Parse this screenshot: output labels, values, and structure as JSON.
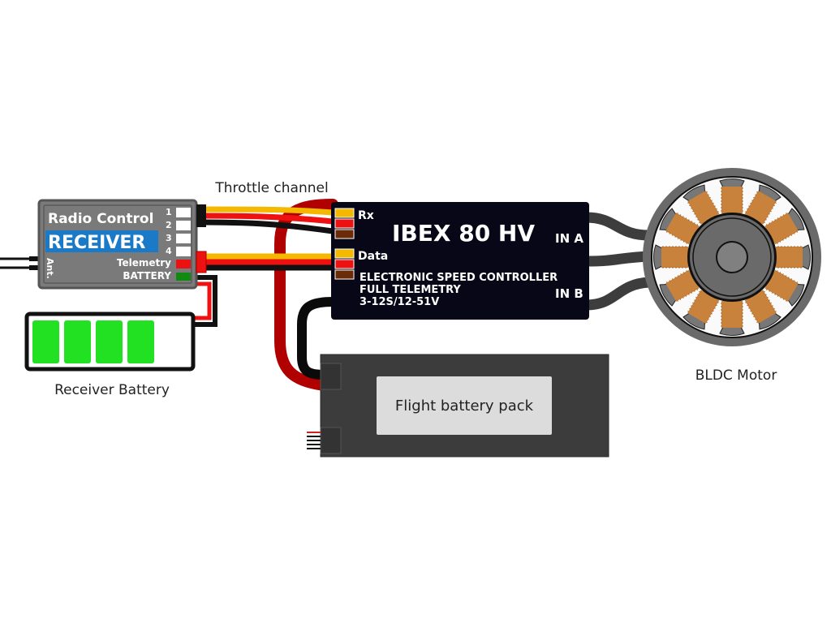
{
  "labels": {
    "throttle_channel": "Throttle channel",
    "receiver_battery": "Receiver Battery",
    "bldc_motor": "BLDC Motor",
    "flight_battery": "Flight battery pack"
  },
  "receiver": {
    "title": "Radio Control",
    "subtitle": "RECEIVER",
    "antenna": "Ant.",
    "channels": [
      "1",
      "2",
      "3",
      "4"
    ],
    "telemetry": "Telemetry",
    "battery": "BATTERY"
  },
  "esc": {
    "model": "IBEX 80 HV",
    "rx_label": "Rx",
    "data_label": "Data",
    "line1": "ELECTRONIC SPEED CONTROLLER",
    "line2": "FULL TELEMETRY",
    "line3": "3-12S/12-51V",
    "in_a": "IN A",
    "in_b": "IN B"
  },
  "receiver_battery": {
    "cells_filled": 4,
    "cells_total": 5
  },
  "colors": {
    "signal": "#f5b800",
    "plus": "#ee1111",
    "minus": "#111111",
    "power_red": "#b00000",
    "esc_body": "#070718",
    "receiver_body": "#7a7a7a",
    "receiver_blue": "#1a7ac8",
    "cell_green": "#22e022",
    "coil": "#c8823c",
    "motor_grey": "#6a6a6a",
    "flight_battery": "#3c3c3c",
    "flight_label_bg": "#dcdcdc"
  }
}
